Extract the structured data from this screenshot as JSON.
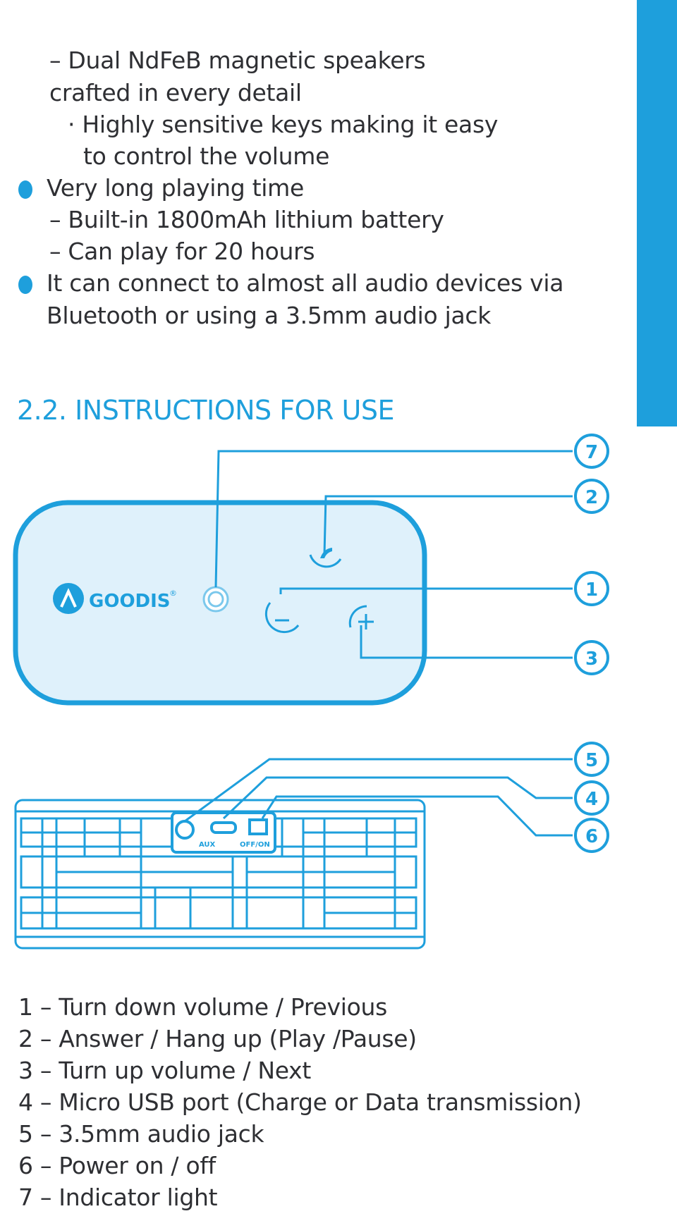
{
  "features": {
    "line1": "– Dual NdFeB magnetic speakers",
    "line2": "crafted in every detail",
    "line3": "· Highly sensitive keys making it easy",
    "line4": "to control the volume",
    "line5": "Very long playing time",
    "line6": "– Built-in 1800mAh lithium battery",
    "line7": "– Can play for 20 hours",
    "line8": "It can connect to almost all audio devices via",
    "line9": "Bluetooth or using a 3.5mm audio jack"
  },
  "section": {
    "title": "2.2. INSTRUCTIONS FOR USE"
  },
  "diagram": {
    "brand": "GOODIS",
    "brand_mark": "®",
    "port_aux": "AUX",
    "port_power": "OFF/ON",
    "callouts": [
      "7",
      "2",
      "1",
      "3",
      "5",
      "4",
      "6"
    ]
  },
  "legend": [
    "1 – Turn down volume / Previous",
    "2 – Answer / Hang up (Play /Pause)",
    "3 – Turn up volume / Next",
    "4 – Micro USB port (Charge or Data transmission)",
    "5 – 3.5mm audio jack",
    "6 – Power on / off",
    "7 – Indicator light"
  ],
  "colors": {
    "accent": "#1e9fdc",
    "panel_fill": "#dff1fb",
    "text": "#2e2f33"
  }
}
